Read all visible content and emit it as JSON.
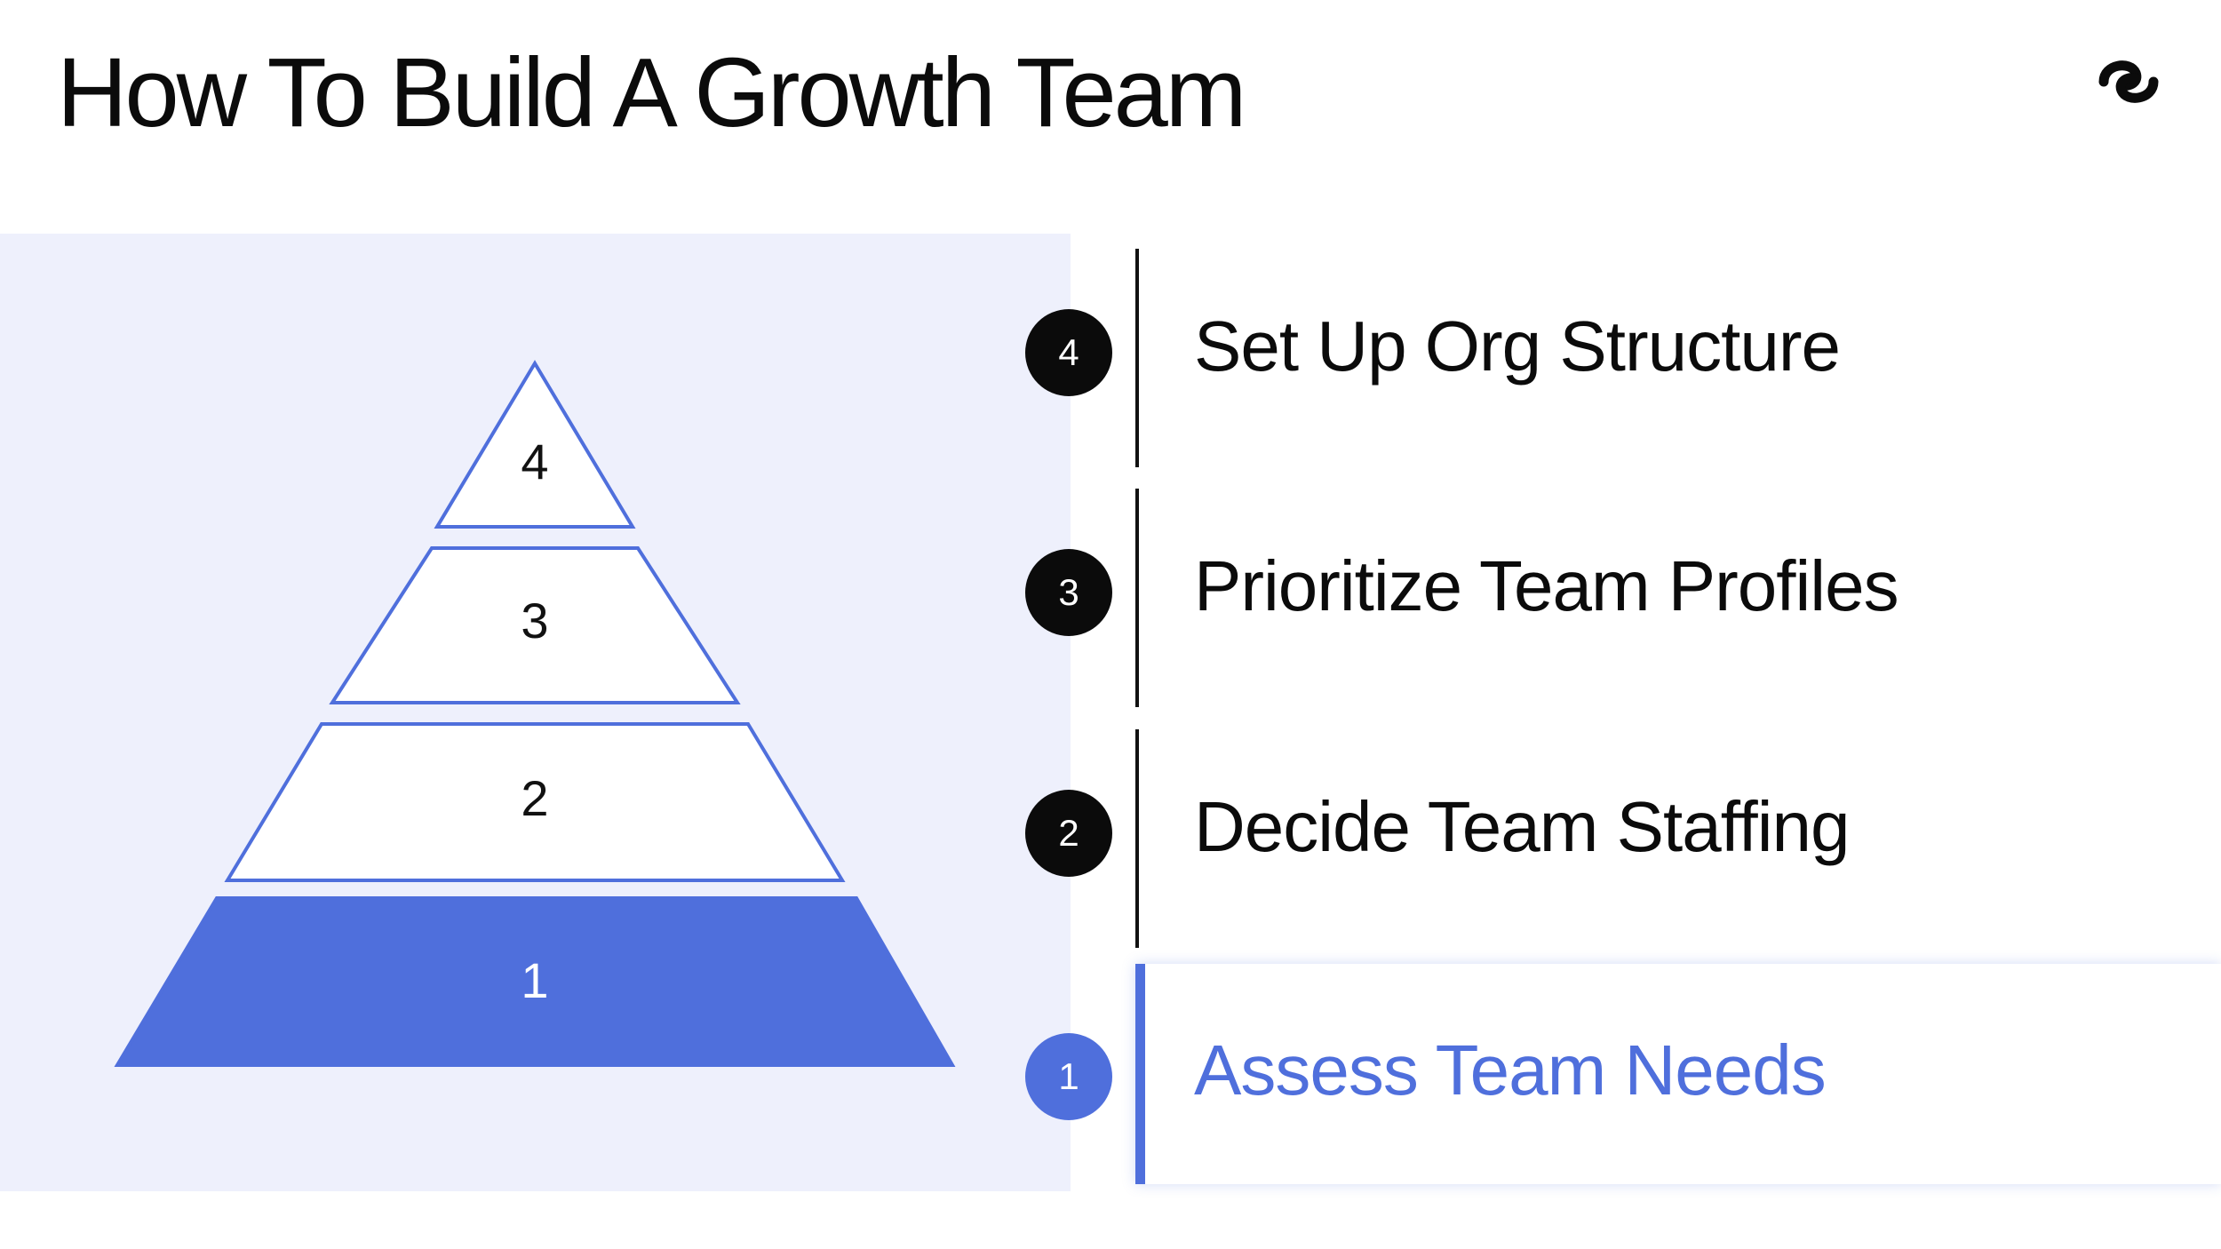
{
  "slide": {
    "title": "How To Build A Growth Team",
    "logo_icon": "brand-logo-icon",
    "accent_color": "#4f6fdc",
    "panel_color": "#eef0fc"
  },
  "pyramid": {
    "levels": [
      {
        "label": "4",
        "active": false
      },
      {
        "label": "3",
        "active": false
      },
      {
        "label": "2",
        "active": false
      },
      {
        "label": "1",
        "active": true
      }
    ]
  },
  "steps": [
    {
      "number": "4",
      "label": "Set Up Org Structure",
      "active": false
    },
    {
      "number": "3",
      "label": "Prioritize Team Profiles",
      "active": false
    },
    {
      "number": "2",
      "label": "Decide Team Staffing",
      "active": false
    },
    {
      "number": "1",
      "label": "Assess Team Needs",
      "active": true
    }
  ]
}
